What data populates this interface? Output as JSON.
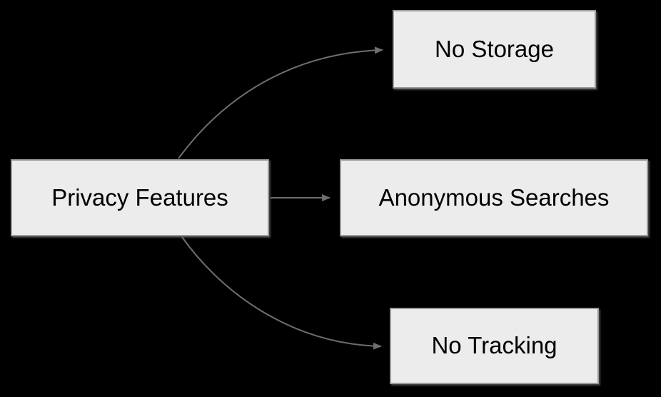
{
  "diagram": {
    "type": "flowchart",
    "direction": "left-to-right",
    "nodes": {
      "root": {
        "label": "Privacy Features"
      },
      "children": [
        {
          "label": "No Storage"
        },
        {
          "label": "Anonymous Searches"
        },
        {
          "label": "No Tracking"
        }
      ]
    },
    "edges": [
      {
        "from": "Privacy Features",
        "to": "No Storage"
      },
      {
        "from": "Privacy Features",
        "to": "Anonymous Searches"
      },
      {
        "from": "Privacy Features",
        "to": "No Tracking"
      }
    ]
  },
  "colors": {
    "background": "#000000",
    "node-fill": "#ececec",
    "node-border": "#999999",
    "arrow": "#6e6e6e",
    "text": "#000000"
  }
}
